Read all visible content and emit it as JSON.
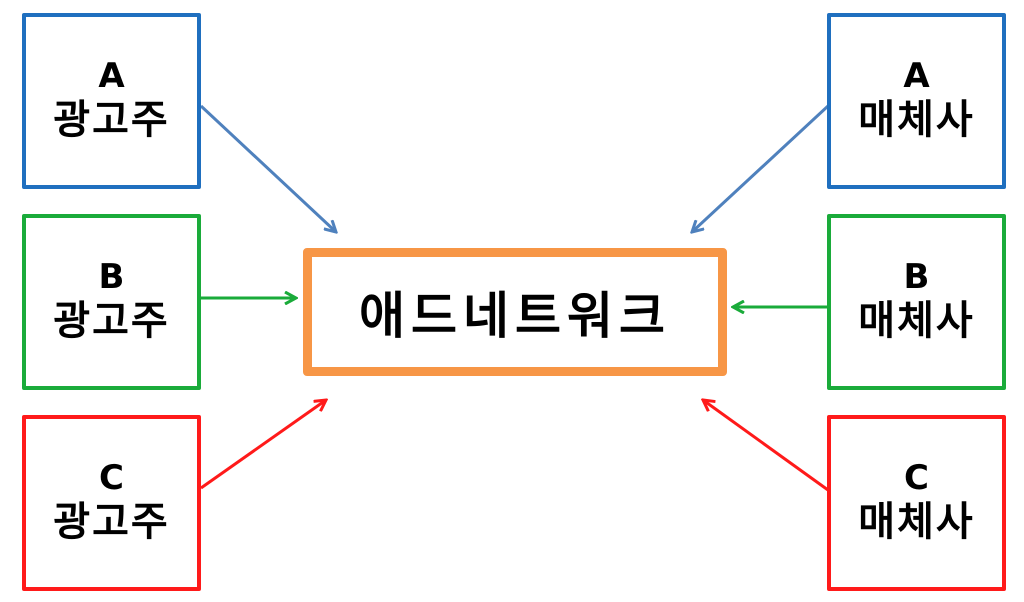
{
  "colors": {
    "a": "#1f6fbf",
    "b": "#1aab3a",
    "c": "#ff1a1a",
    "center": "#f79646",
    "arrow_a": "#4f81bd"
  },
  "center": {
    "label": "애드네트워크"
  },
  "advertisers": [
    {
      "letter": "A",
      "label": "광고주"
    },
    {
      "letter": "B",
      "label": "광고주"
    },
    {
      "letter": "C",
      "label": "광고주"
    }
  ],
  "publishers": [
    {
      "letter": "A",
      "label": "매체사"
    },
    {
      "letter": "B",
      "label": "매체사"
    },
    {
      "letter": "C",
      "label": "매체사"
    }
  ]
}
